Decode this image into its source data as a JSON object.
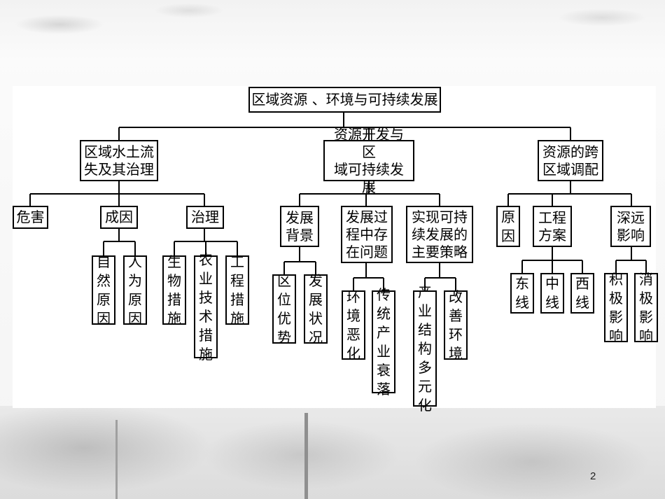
{
  "root": "区域资源 、环境与可持续发展",
  "branches": [
    {
      "label": "区域水土流\n失及其治理",
      "children": [
        {
          "label": "危害"
        },
        {
          "label": "成因",
          "children": [
            "自\n然\n原\n因",
            "人\n为\n原\n因"
          ]
        },
        {
          "label": "治理",
          "children": [
            "生\n物\n措\n施",
            "农\n业\n技\n术\n措\n施",
            "工\n程\n措\n施"
          ]
        }
      ]
    },
    {
      "label": "资源开发与区\n域可持续发展",
      "children": [
        {
          "label": "发展\n背景",
          "children": [
            "区\n位\n优\n势",
            "发\n展\n状\n况"
          ]
        },
        {
          "label": "发展过\n程中存\n在问题",
          "children": [
            "环\n境\n恶\n化",
            "传\n统\n产\n业\n衰\n落"
          ]
        },
        {
          "label": "实现可持\n续发展的\n主要策略",
          "children": [
            "产\n业\n结\n构\n多\n元\n化",
            "改\n善\n环\n境"
          ]
        }
      ]
    },
    {
      "label": "资源的跨\n区域调配",
      "children": [
        {
          "label": "原\n因"
        },
        {
          "label": "工程\n方案",
          "children": [
            "东\n线",
            "中\n线",
            "西\n线"
          ]
        },
        {
          "label": "深远\n影响",
          "children": [
            "积\n极\n影\n响",
            "消\n极\n影\n响"
          ]
        }
      ]
    }
  ],
  "page_number": "2"
}
